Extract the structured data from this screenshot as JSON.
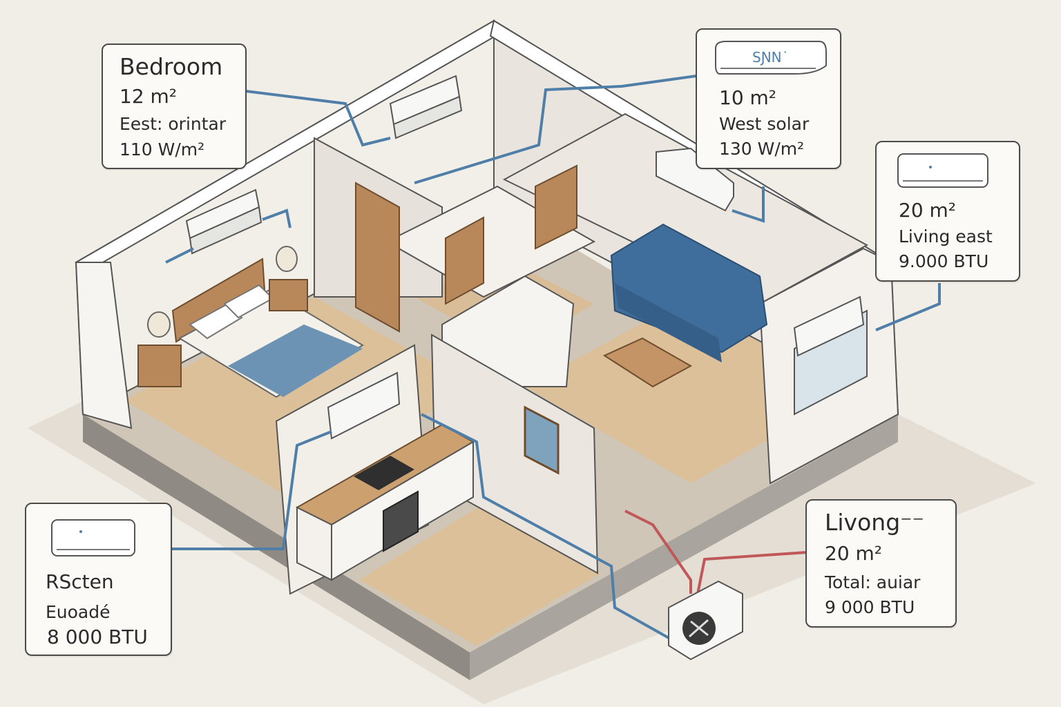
{
  "callouts": {
    "bedroom": {
      "title": "Bedroom",
      "area": "12 m²",
      "orientation": "Eest: orintar",
      "load": "110 W/m²"
    },
    "west": {
      "unit_label": "SƝN˙",
      "area": "10 m²",
      "orientation": "West solar",
      "load": "130 W/m²"
    },
    "living_east": {
      "area": "20 m²",
      "name": "Living east",
      "capacity": "9.000 BTU"
    },
    "kitchen": {
      "name": "RScten",
      "note": "Euoadé",
      "capacity": "8 000 BTU"
    },
    "living_total": {
      "title": "Livong⁻⁻",
      "area": "20 m²",
      "total": "Total: auiar",
      "capacity": "9 000 BTU"
    }
  },
  "colors": {
    "background": "#f1ede7",
    "wall": "#f2efe9",
    "wall_shade": "#dedad2",
    "floor": "#dcc09a",
    "refrigerant_line": "#4f7fa8",
    "hot_line": "#c0585a",
    "sofa": "#3f6e9d",
    "bed_cover": "#6c93b3",
    "wood": "#b8875a"
  },
  "icons": [
    "split-ac-unit-icon",
    "outdoor-condenser-icon"
  ]
}
